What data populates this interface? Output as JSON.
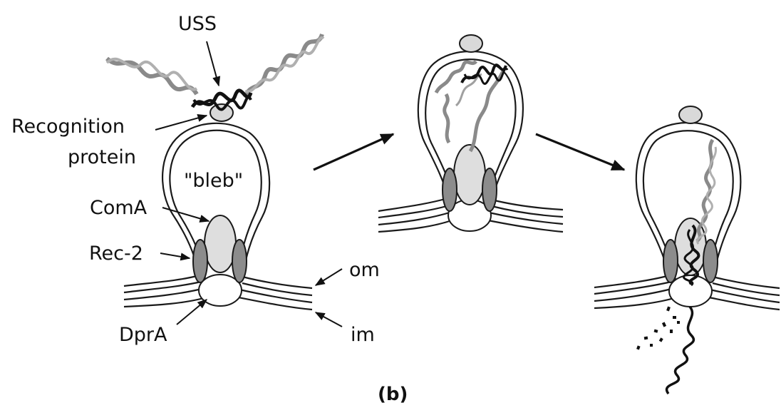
{
  "labels": {
    "uss": "USS",
    "recognition_line1": "Recognition",
    "recognition_line2": "protein",
    "bleb": "\"bleb\"",
    "coma": "ComA",
    "rec2": "Rec-2",
    "dpra": "DprA",
    "om": "om",
    "im": "im",
    "panel": "(b)"
  },
  "colors": {
    "ink": "#111111",
    "dna_dark": "#111111",
    "dna_gray": "#8a8a8a",
    "pore_fill": "#cfcfcf",
    "coma_fill": "#dedede",
    "rec2_fill": "#8c8c8c",
    "knob_fill": "#d9d9d9"
  }
}
